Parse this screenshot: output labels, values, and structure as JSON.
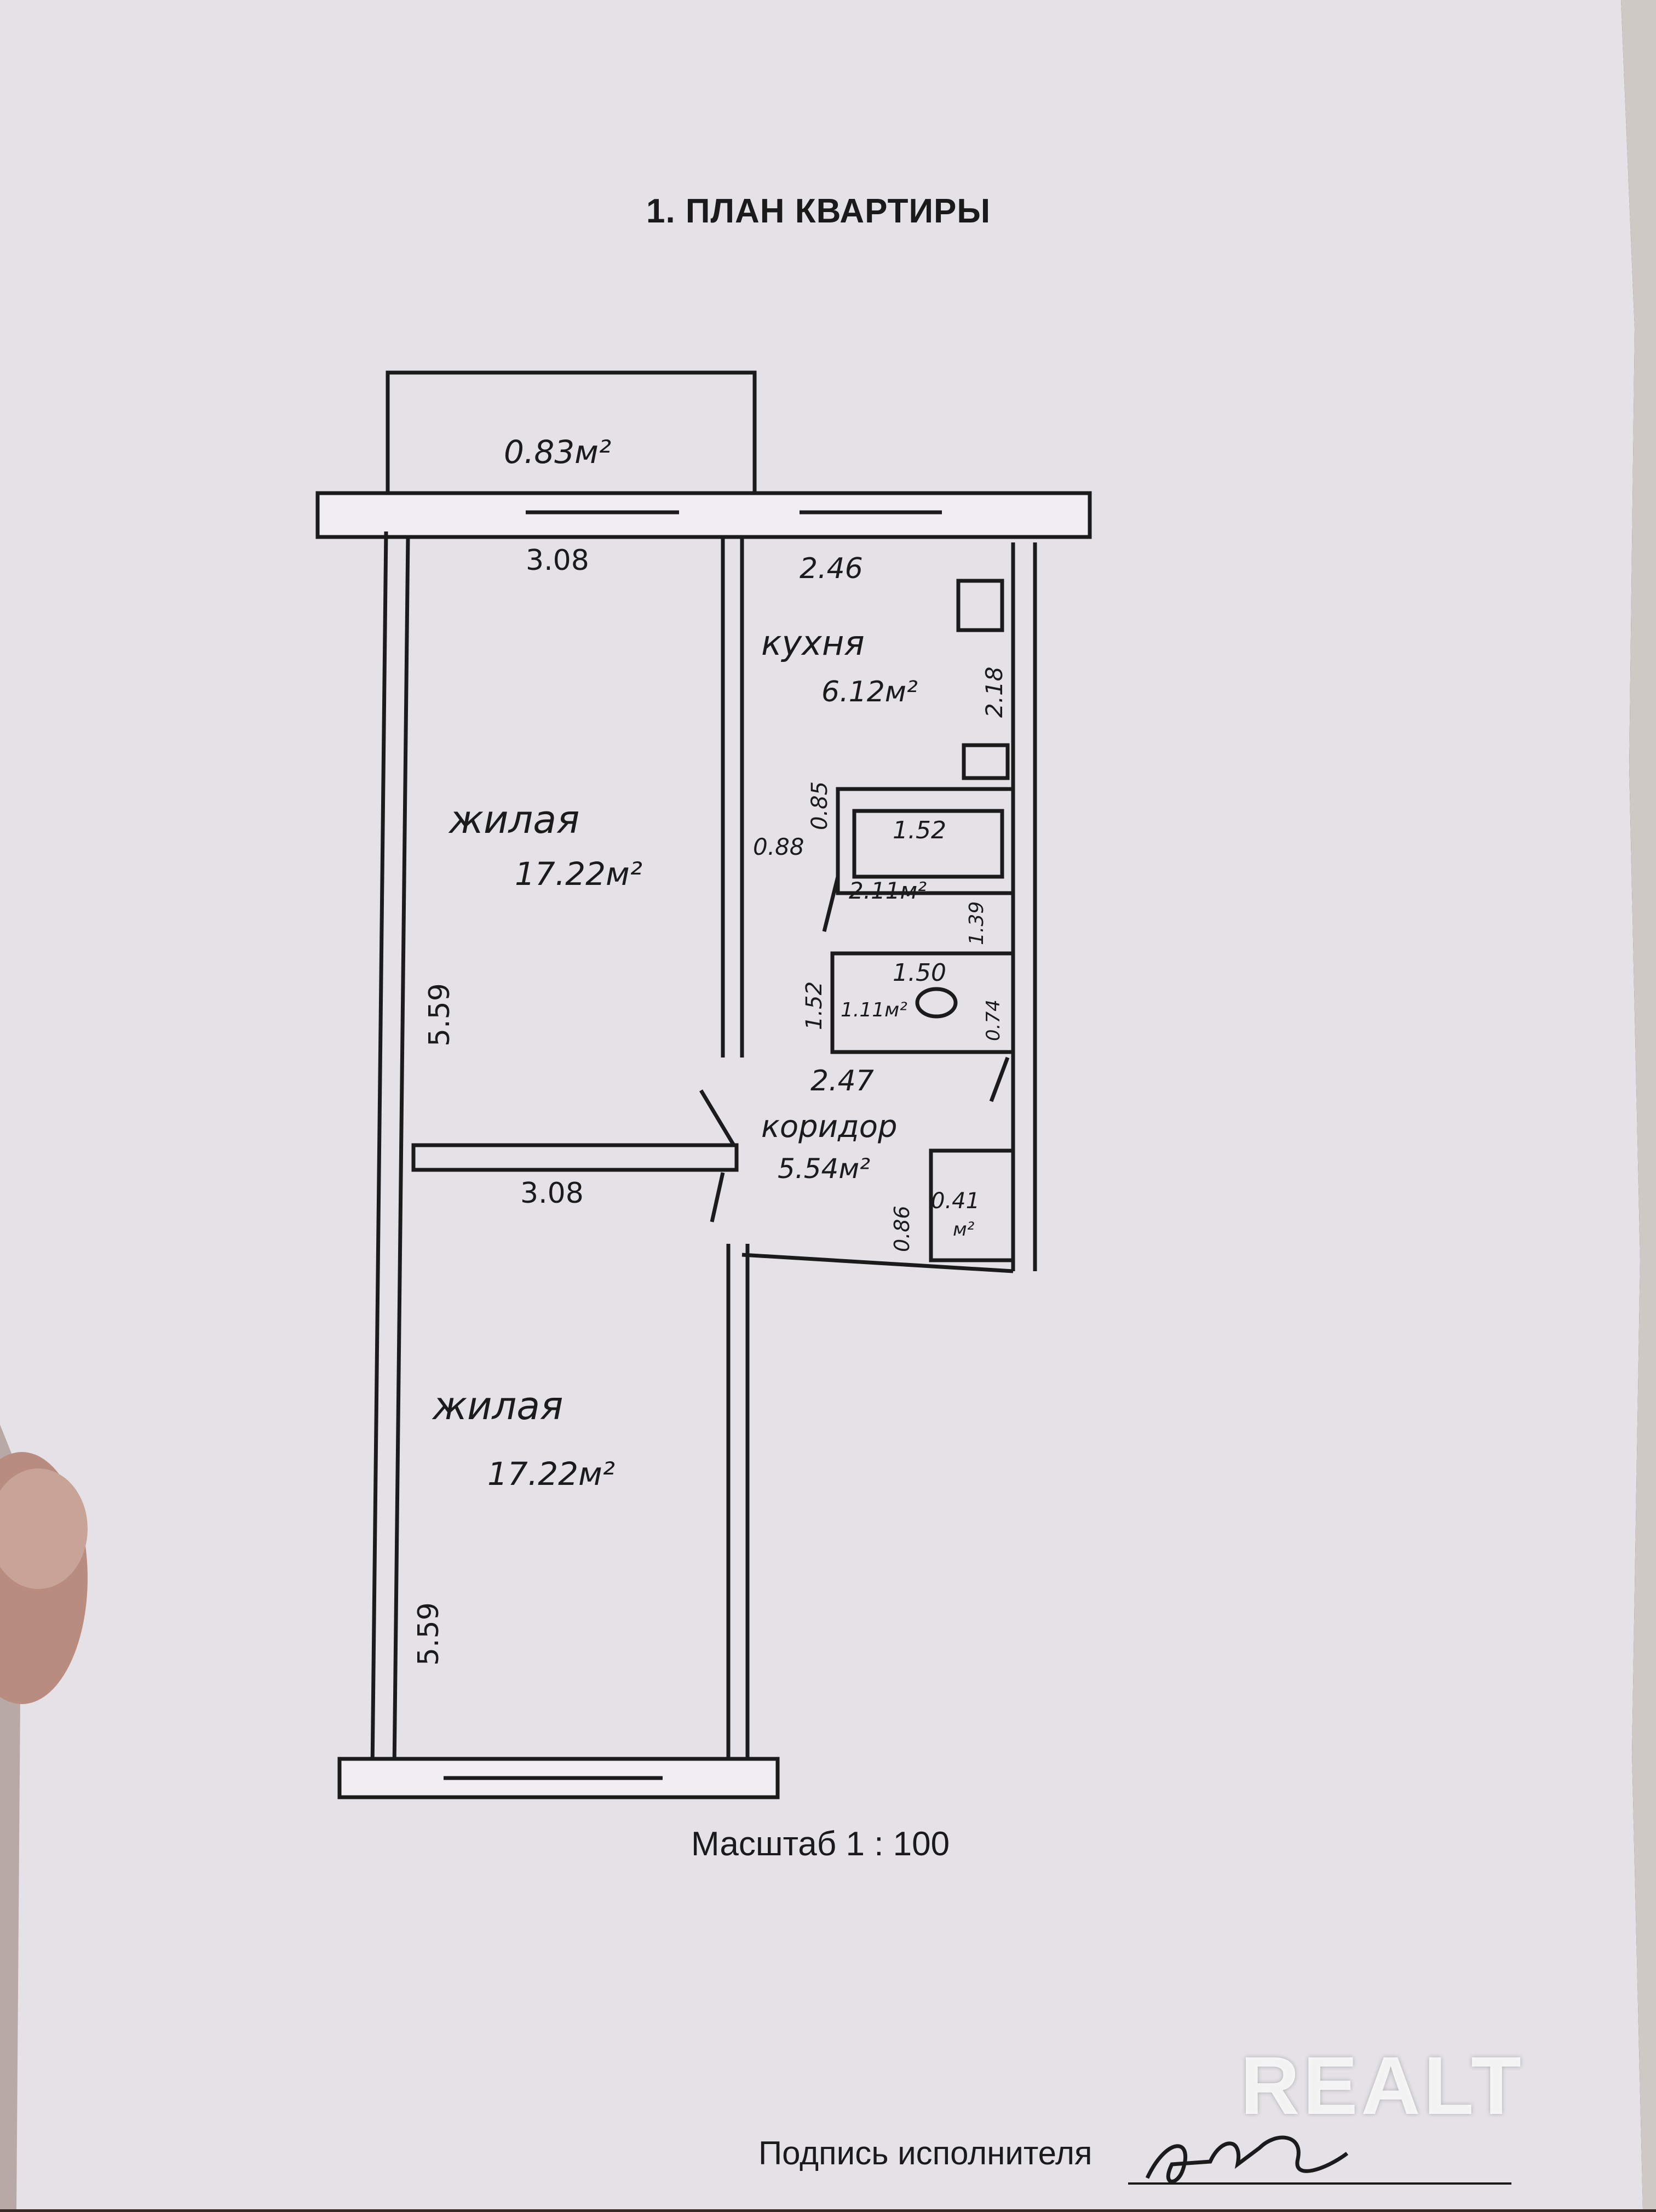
{
  "document": {
    "title": "1. ПЛАН КВАРТИРЫ",
    "scale_label": "Масштаб 1 : 100",
    "signature_label": "Подпись исполнителя",
    "watermark": "REALT"
  },
  "plan": {
    "balcony_area": "0.83м²",
    "kitchen": {
      "name": "кухня",
      "area": "6.12м²"
    },
    "living_room_1": {
      "name": "жилая",
      "area": "17.22м²"
    },
    "living_room_2": {
      "name": "жилая",
      "area": "17.22м²"
    },
    "bathroom": {
      "area": "2.11м²"
    },
    "toilet": {
      "area": "1.11м²"
    },
    "corridor": {
      "name": "коридор",
      "area": "5.54м²"
    },
    "closet": {
      "area": "0.41",
      "unit": "м²"
    },
    "dims": {
      "room1_width": "3.08",
      "room1_length": "5.59",
      "room2_width": "3.08",
      "room2_length": "5.59",
      "kitchen_width": "2.46",
      "kitchen_length": "2.18",
      "bath_width": "1.52",
      "bath_length": "1.39",
      "bath_door": "0.85",
      "bath_door_2": "0.88",
      "toilet_width": "1.50",
      "toilet_length": "1.52",
      "toilet_side": "0.74",
      "corridor_width": "2.47",
      "closet_width": "0.86"
    }
  }
}
